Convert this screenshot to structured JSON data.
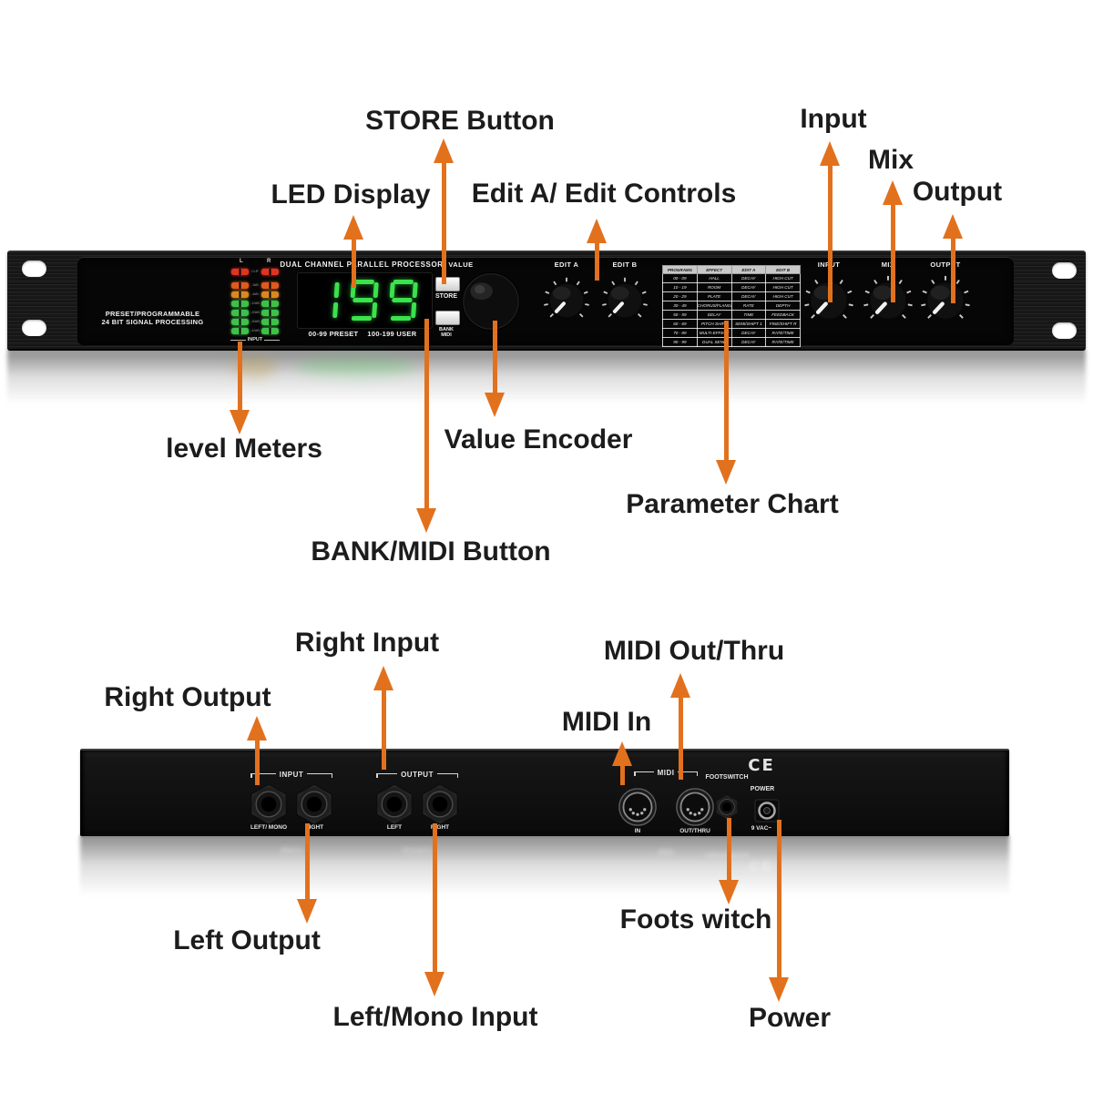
{
  "colors": {
    "callout_arrow": "#e2711e",
    "led_digit_green": "#3ae24b",
    "panel_black": "#111111"
  },
  "callouts": {
    "store_button": "STORE Button",
    "led_display": "LED Display",
    "edit_controls": "Edit A/ Edit Controls",
    "input": "Input",
    "mix": "Mix",
    "output": "Output",
    "level_meters": "level Meters",
    "value_encoder": "Value Encoder",
    "parameter_chart": "Parameter Chart",
    "bank_midi_button": "BANK/MIDI Button",
    "right_output": "Right Output",
    "right_input": "Right Input",
    "midi_out_thru": "MIDI Out/Thru",
    "midi_in": "MIDI In",
    "left_output": "Left Output",
    "left_mono_input": "Left/Mono Input",
    "footswitch": "Foots witch",
    "power": "Power"
  },
  "front_panel": {
    "brand_line1": "PRESET/PROGRAMMABLE",
    "brand_line2": "24 BIT SIGNAL PROCESSING",
    "meters": {
      "channels": [
        "L",
        "R"
      ],
      "scale": [
        "CLIP",
        "-3dB",
        "-6dB",
        "-10dB",
        "-20dB",
        "-30dB",
        "-40dB"
      ],
      "led_colors": [
        "#e23222",
        "#e05a1e",
        "#d8891f",
        "#3fc04a",
        "#3fc04a",
        "#3fc04a",
        "#3fc04a"
      ],
      "caption": "INPUT"
    },
    "display": {
      "title": "DUAL CHANNEL PARALLEL PROCESSOR",
      "value": "199",
      "digit_color": "#3ae24b",
      "caption_left": "00-99 PRESET",
      "caption_right": "100-199 USER"
    },
    "value_section": {
      "label": "VALUE",
      "store_button": "STORE",
      "bank_line1": "BANK",
      "bank_line2": "MIDI"
    },
    "knobs": {
      "edit_a": "EDIT A",
      "edit_b": "EDIT B",
      "input": "INPUT",
      "mix": "MIX",
      "output": "OUTPUT"
    },
    "parameter_chart": {
      "headers": [
        "PROGRAMS",
        "EFFECT",
        "EDIT A",
        "EDIT B"
      ],
      "rows": [
        [
          "00 - 09",
          "HALL",
          "DECAY",
          "HIGH CUT"
        ],
        [
          "10 - 19",
          "ROOM",
          "DECAY",
          "HIGH CUT"
        ],
        [
          "20 - 29",
          "PLATE",
          "DECAY",
          "HIGH CUT"
        ],
        [
          "30 - 49",
          "CHORUS/FLANGE",
          "RATE",
          "DEPTH"
        ],
        [
          "50 - 59",
          "DELAY",
          "TIME",
          "FEEDBACK"
        ],
        [
          "60 - 69",
          "PITCH SHIFT",
          "SEMI/SHIFT 1",
          "FINE/SHIFT R"
        ],
        [
          "70 - 89",
          "MULTI-EFFECT",
          "DECAY",
          "RATE/TIME"
        ],
        [
          "90 - 99",
          "DUAL SEND",
          "DECAY",
          "RATE/TIME"
        ]
      ]
    }
  },
  "rear_panel": {
    "input_group": {
      "label": "INPUT",
      "jack1": "LEFT/ MONO",
      "jack2": "RIGHT"
    },
    "output_group": {
      "label": "OUTPUT",
      "jack1": "LEFT",
      "jack2": "RIGHT"
    },
    "midi_group": {
      "label": "MIDI",
      "jack1": "IN",
      "jack2": "OUT/THRU"
    },
    "footswitch_label": "FOOTSWITCH",
    "ce_mark": "CE",
    "power_label": "POWER",
    "voltage_label": "9 VAC~"
  }
}
